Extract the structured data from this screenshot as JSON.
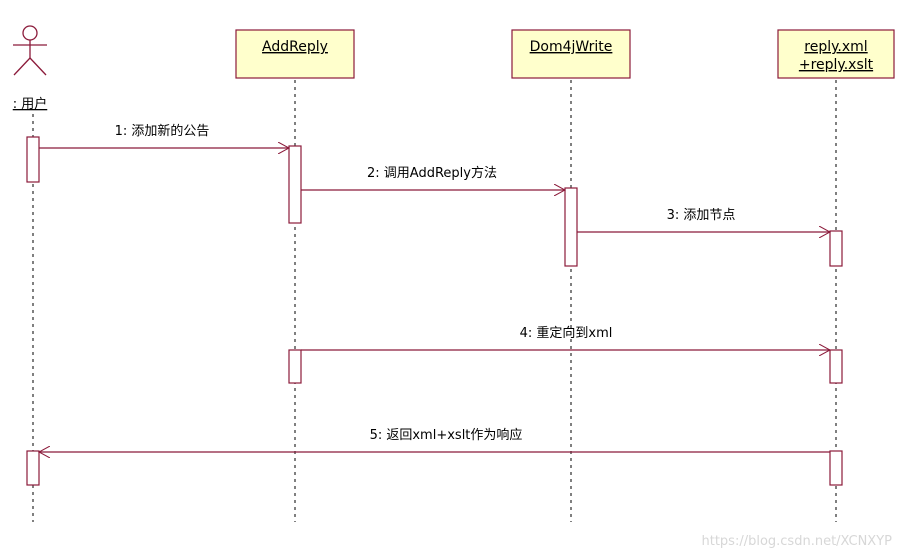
{
  "diagram": {
    "actor": {
      "label": ": 用户",
      "icon": "stick-figure-icon"
    },
    "objects": [
      {
        "lines": [
          "AddReply"
        ]
      },
      {
        "lines": [
          "Dom4jWrite"
        ]
      },
      {
        "lines": [
          "reply.xml",
          "+reply.xslt"
        ]
      }
    ],
    "messages": [
      {
        "text": "1: 添加新的公告"
      },
      {
        "text": "2: 调用AddReply方法"
      },
      {
        "text": "3: 添加节点"
      },
      {
        "text": "4: 重定向到xml"
      },
      {
        "text": "5: 返回xml+xslt作为响应"
      }
    ],
    "colors": {
      "line": "#8b1a3a",
      "box_fill": "#ffffcc",
      "box_stroke": "#8b1a3a",
      "lifeline": "#000000"
    }
  },
  "watermark": "https://blog.csdn.net/XCNXYP"
}
